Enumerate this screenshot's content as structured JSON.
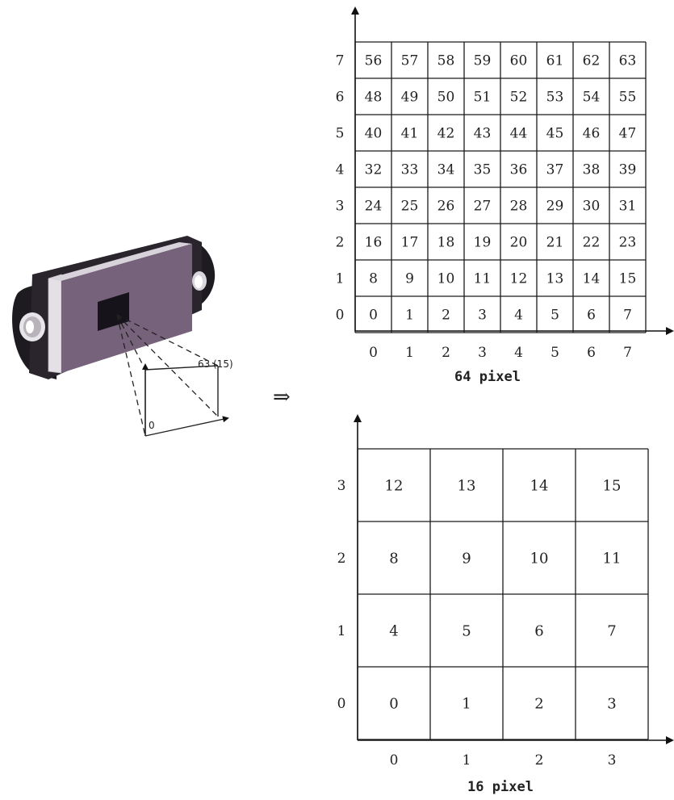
{
  "sensor": {
    "corner_max_label": "63",
    "corner_max_alt_label": "(15)",
    "corner_min_label": "0",
    "case_color": "#76627a",
    "case_side_color": "#e4e0e6",
    "bracket_color": "#1e1b20"
  },
  "arrow_symbol": "⇒",
  "grid64": {
    "caption": "64 pixel",
    "size": 8,
    "x_ticks": [
      "0",
      "1",
      "2",
      "3",
      "4",
      "5",
      "6",
      "7"
    ],
    "y_ticks": [
      "0",
      "1",
      "2",
      "3",
      "4",
      "5",
      "6",
      "7"
    ],
    "rows": [
      [
        "56",
        "57",
        "58",
        "59",
        "60",
        "61",
        "62",
        "63"
      ],
      [
        "48",
        "49",
        "50",
        "51",
        "52",
        "53",
        "54",
        "55"
      ],
      [
        "40",
        "41",
        "42",
        "43",
        "44",
        "45",
        "46",
        "47"
      ],
      [
        "32",
        "33",
        "34",
        "35",
        "36",
        "37",
        "38",
        "39"
      ],
      [
        "24",
        "25",
        "26",
        "27",
        "28",
        "29",
        "30",
        "31"
      ],
      [
        "16",
        "17",
        "18",
        "19",
        "20",
        "21",
        "22",
        "23"
      ],
      [
        "8",
        "9",
        "10",
        "11",
        "12",
        "13",
        "14",
        "15"
      ],
      [
        "0",
        "1",
        "2",
        "3",
        "4",
        "5",
        "6",
        "7"
      ]
    ]
  },
  "grid16": {
    "caption": "16 pixel",
    "size": 4,
    "x_ticks": [
      "0",
      "1",
      "2",
      "3"
    ],
    "y_ticks": [
      "0",
      "1",
      "2",
      "3"
    ],
    "rows": [
      [
        "12",
        "13",
        "14",
        "15"
      ],
      [
        "8",
        "9",
        "10",
        "11"
      ],
      [
        "4",
        "5",
        "6",
        "7"
      ],
      [
        "0",
        "1",
        "2",
        "3"
      ]
    ]
  }
}
